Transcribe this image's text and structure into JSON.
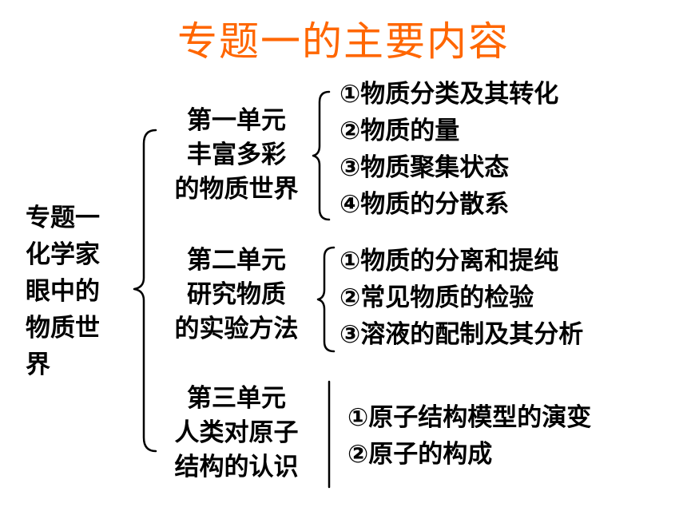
{
  "title": "专题一的主要内容",
  "topic": "专题一化学家眼中的物质世界",
  "units": [
    {
      "lines": [
        "第一单元",
        "丰富多彩",
        "的物质世界"
      ],
      "items": [
        "①物质分类及其转化",
        "②物质的量",
        "③物质聚集状态",
        "④物质的分散系"
      ]
    },
    {
      "lines": [
        "第二单元",
        "研究物质",
        "的实验方法"
      ],
      "items": [
        "①物质的分离和提纯",
        "②常见物质的检验",
        "③溶液的配制及其分析"
      ]
    },
    {
      "lines": [
        "第三单元",
        "人类对原子",
        "结构的认识"
      ],
      "items": [
        "①原子结构模型的演变",
        "②原子的构成"
      ]
    }
  ],
  "colors": {
    "title": "#ff6600",
    "text": "#000000",
    "background": "#ffffff"
  }
}
